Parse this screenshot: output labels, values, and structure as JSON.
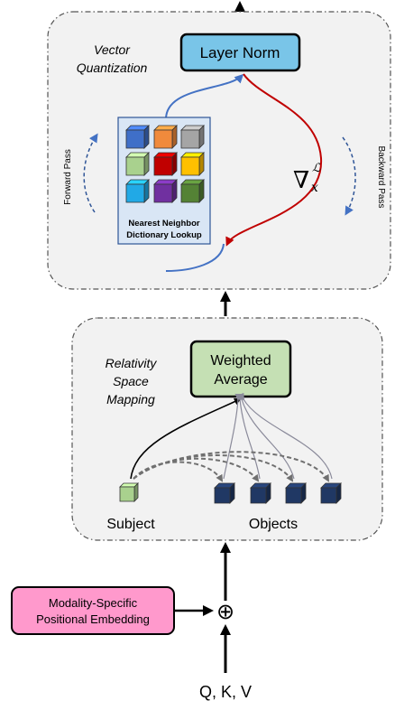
{
  "vq_block": {
    "title_line1": "Vector",
    "title_line2": "Quantization",
    "layer_norm": "Layer Norm",
    "lookup_line1": "Nearest Neighbor",
    "lookup_line2": "Dictionary Lookup",
    "forward_pass": "Forward Pass",
    "backward_pass": "Backward Pass",
    "gradient_symbol": "∇",
    "gradient_sub": "x",
    "gradient_sup": "ℒ",
    "codebook_colors": [
      "#3f6fc8",
      "#f08a3c",
      "#a5a5a5",
      "#a9d18e",
      "#c00000",
      "#ffc000",
      "#21a9e6",
      "#7030a0",
      "#548235"
    ]
  },
  "rsm_block": {
    "title_line1": "Relativity",
    "title_line2": "Space",
    "title_line3": "Mapping",
    "weighted_average_line1": "Weighted",
    "weighted_average_line2": "Average",
    "subject_label": "Subject",
    "objects_label": "Objects",
    "subject_color": "#a9d18e",
    "object_color": "#203864"
  },
  "positional_embedding": {
    "line1": "Modality-Specific",
    "line2": "Positional Embedding",
    "color": "#ff99cc"
  },
  "add_symbol": "⊕",
  "input_label": "Q, K, V",
  "colors": {
    "layer_norm_fill": "#79c5e8",
    "weighted_average_fill": "#c5e0b4",
    "panel_fill": "#f2f2f2",
    "forward_arrow": "#4472c4",
    "backward_arrow": "#c00000"
  }
}
